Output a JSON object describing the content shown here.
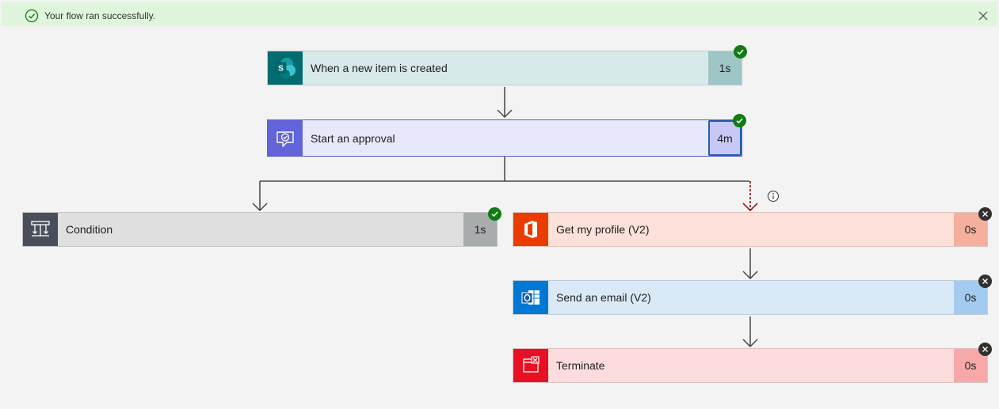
{
  "banner": {
    "message": "Your flow ran successfully."
  },
  "steps": {
    "trigger": {
      "title": "When a new item is created",
      "duration": "1s",
      "status": "succeeded",
      "icon": "sharepoint-icon",
      "color": "#036c70"
    },
    "approval": {
      "title": "Start an approval",
      "duration": "4m",
      "status": "succeeded",
      "icon": "approval-icon",
      "color": "#6264d9"
    },
    "condition": {
      "title": "Condition",
      "duration": "1s",
      "status": "succeeded",
      "icon": "condition-icon",
      "color": "#484f58"
    },
    "profile": {
      "title": "Get my profile (V2)",
      "duration": "0s",
      "status": "skipped",
      "icon": "office365-icon",
      "color": "#eb3c00"
    },
    "email": {
      "title": "Send an email (V2)",
      "duration": "0s",
      "status": "skipped",
      "icon": "outlook-icon",
      "color": "#0078d4"
    },
    "terminate": {
      "title": "Terminate",
      "duration": "0s",
      "status": "skipped",
      "icon": "terminate-icon",
      "color": "#e81123"
    }
  },
  "colors": {
    "success": "#107c10",
    "skipped": "#323130",
    "run_after_arrow": "#8b0000"
  }
}
